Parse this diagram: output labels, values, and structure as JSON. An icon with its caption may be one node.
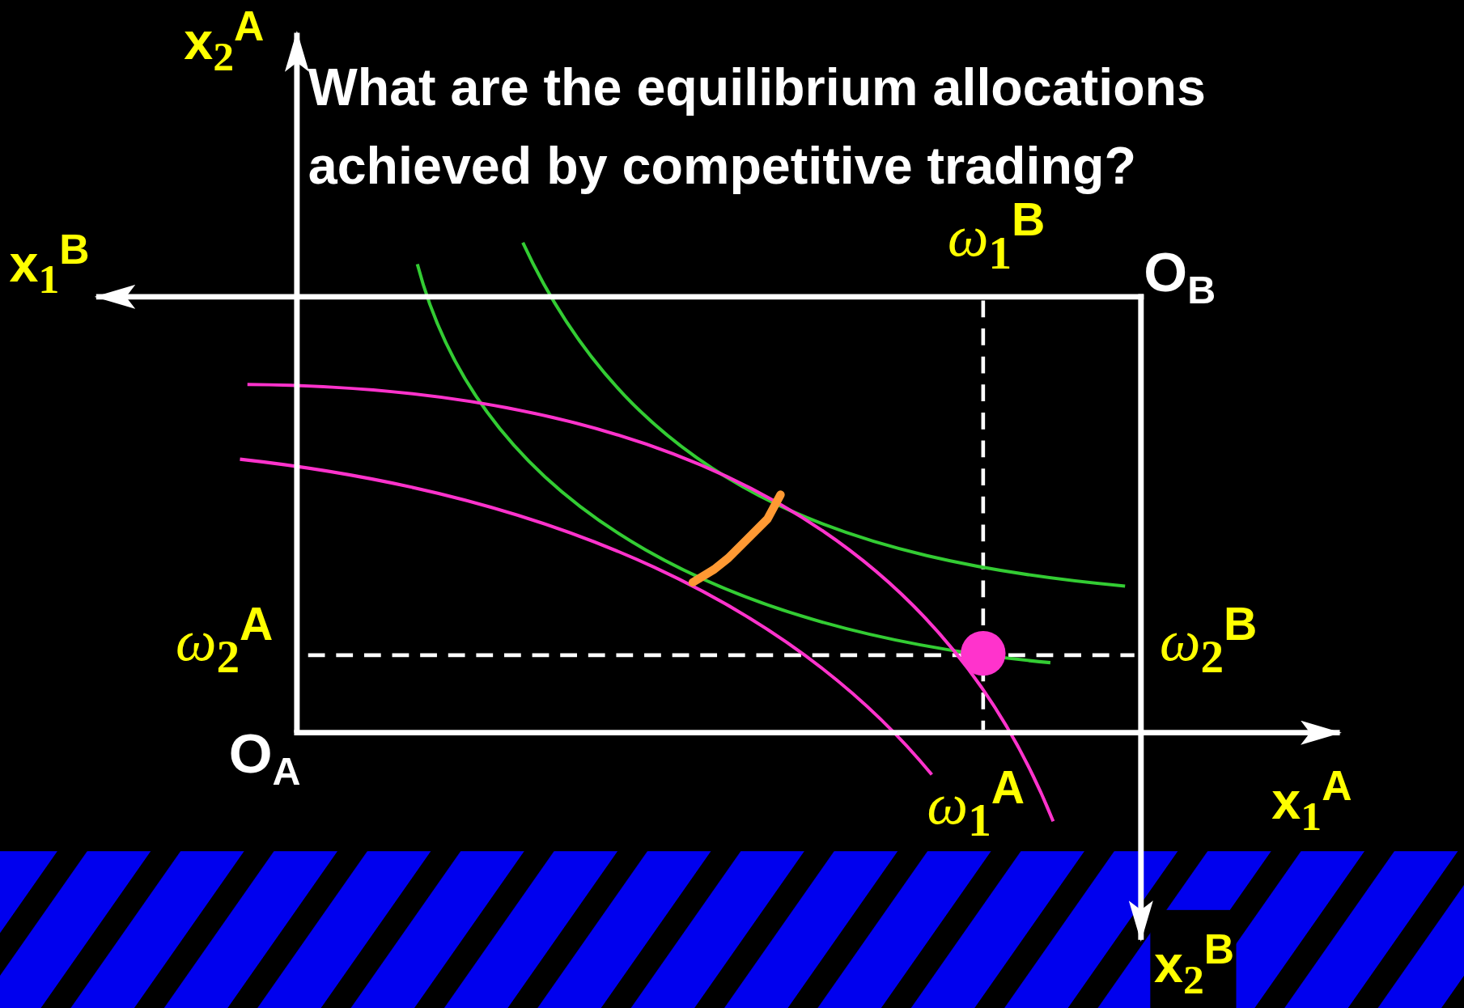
{
  "diagram": {
    "labels": [
      "x$_{2}$$^{A}$",
      "What are the equilibrium allocations achieved by competitive trading?",
      "x$_{1}$$^{B}$",
      "ω$_{1}$$^{B}$",
      "O$_{B}$",
      "ω$_{2}$$^{A}$",
      "ω$_{2}$$^{B}$",
      "O$_{A}$",
      "ω$_{1}$$^{A}$",
      "x$_{1}$$^{A}$",
      "x$_{2}$$^{B}$"
    ]
  }
}
